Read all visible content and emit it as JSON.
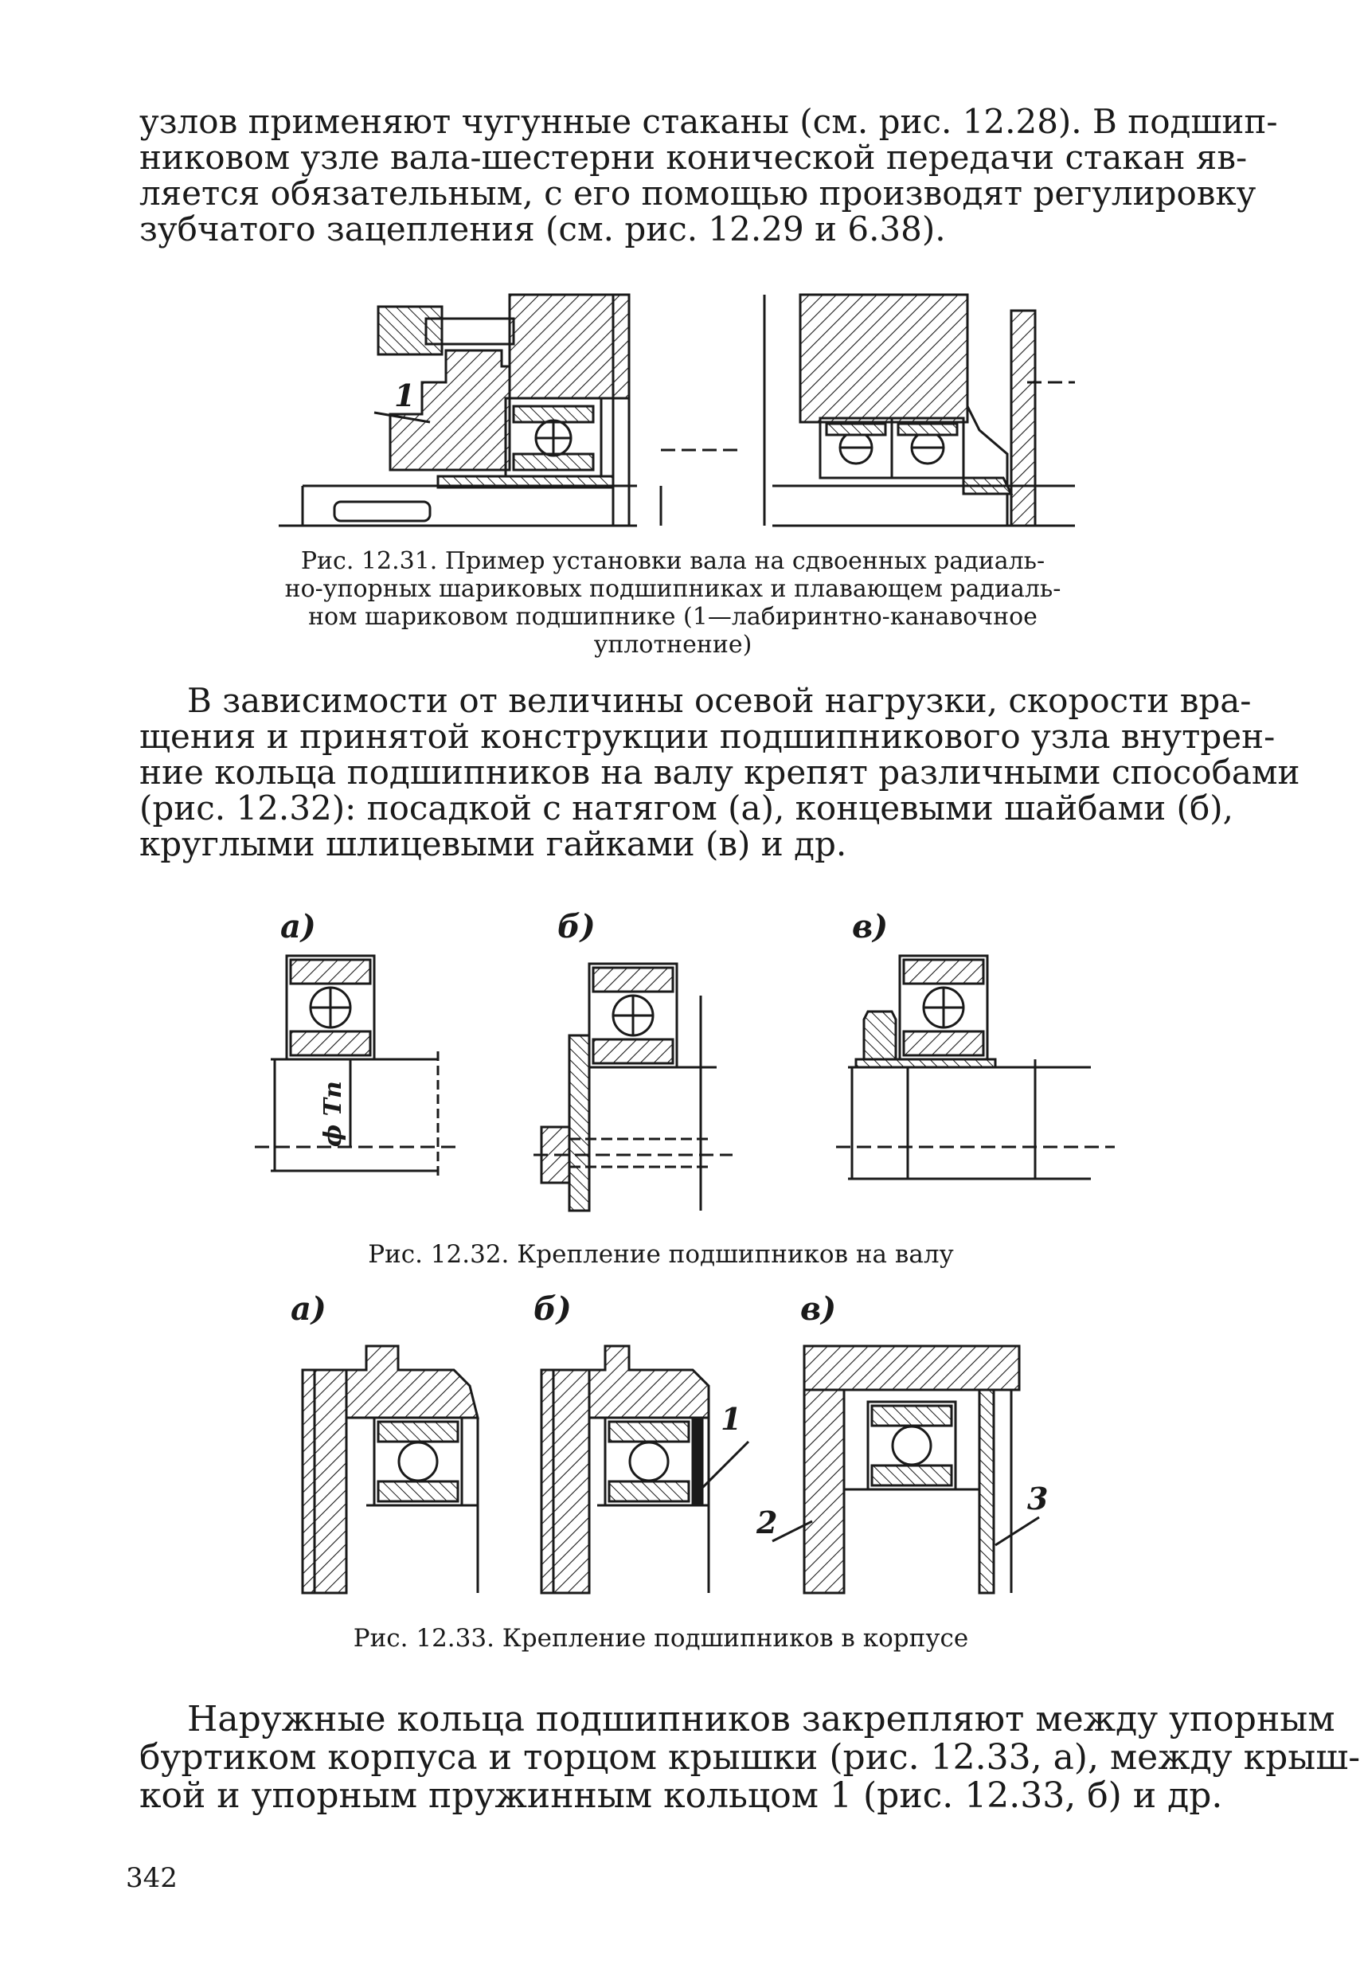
{
  "paragraphs": {
    "intro": [
      "узлов применяют чугунные стаканы (см. рис. 12.28). В подшип-",
      "никовом узле вала-шестерни конической передачи стакан яв-",
      "ляется обязательным, с его помощью производят регулировку",
      "зубчатого зацепления (см. рис. 12.29 и 6.38)."
    ],
    "middle": [
      "В зависимости от величины осевой нагрузки, скорости вра-",
      "щения и принятой конструкции подшипникового узла внутрен-",
      "ние кольца подшипников на валу крепят различными способами",
      "(рис. 12.32): посадкой с натягом (а), концевыми шайбами (б),",
      "круглыми шлицевыми гайками (в) и др."
    ],
    "final": [
      "Наружные кольца подшипников закрепляют между упорным",
      "буртиком корпуса и торцом крышки (рис. 12.33, а), между крыш-",
      "кой и упорным пружинным кольцом 1 (рис. 12.33, б) и др."
    ]
  },
  "figures": {
    "fig_12_31": {
      "caption": [
        "Рис. 12.31. Пример установки вала на сдвоенных радиаль-",
        "но-упорных шариковых подшипниках и плавающем радиаль-",
        "ном шариковом подшипнике (1—лабиринтно-канавочное",
        "уплотнение)"
      ],
      "callout": "1"
    },
    "fig_12_32": {
      "caption": "Рис. 12.32. Крепление подшипников на валу",
      "labels": [
        "а)",
        "б)",
        "в)"
      ],
      "dimension": "ϕ Тп"
    },
    "fig_12_33": {
      "caption": "Рис. 12.33. Крепление подшипников в корпусе",
      "labels": [
        "а)",
        "б)",
        "в)"
      ],
      "callouts": [
        "1",
        "2",
        "3"
      ]
    }
  },
  "page_number": "342",
  "colors": {
    "ink": "#1a1a1a",
    "paper": "#ffffff"
  }
}
